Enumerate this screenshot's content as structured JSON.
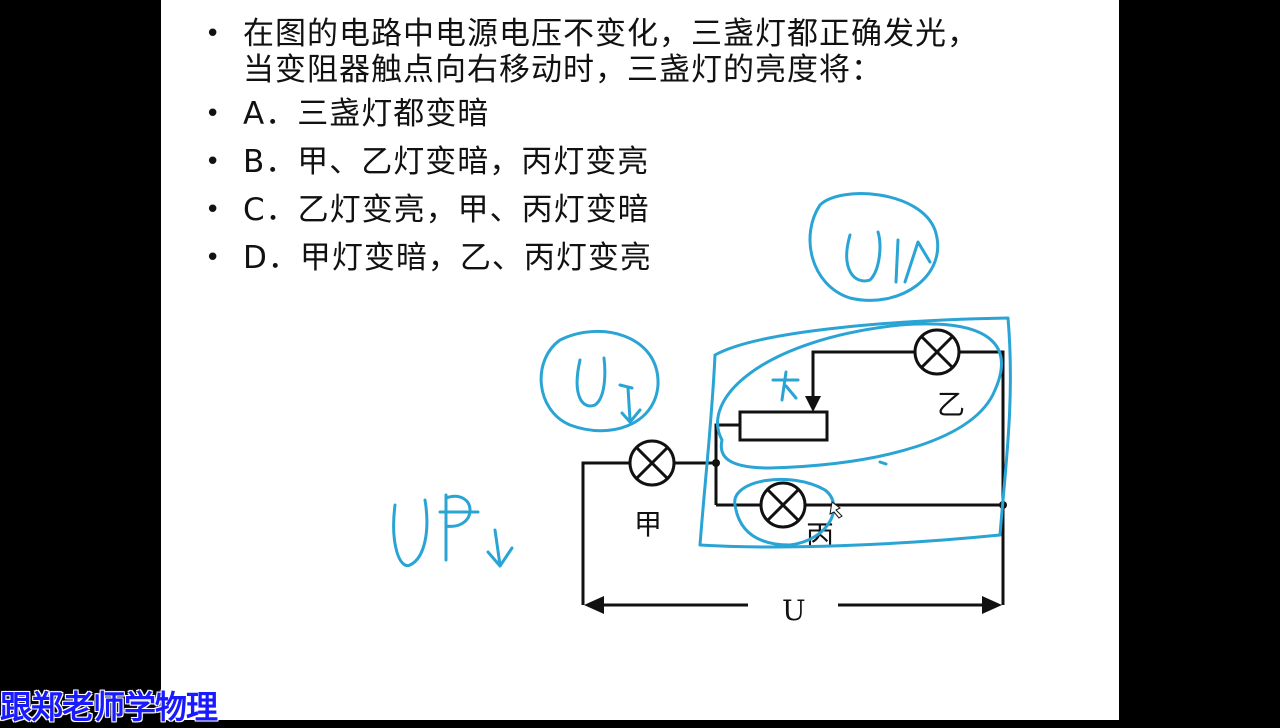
{
  "question": {
    "line1": "在图的电路中电源电压不变化，三盏灯都正确发光，",
    "line2": "当变阻器触点向右移动时，三盏灯的亮度将："
  },
  "options": [
    {
      "label": "A．三盏灯都变暗"
    },
    {
      "label": "B．甲、乙灯变暗，丙灯变亮"
    },
    {
      "label": "C．乙灯变亮，甲、丙灯变暗"
    },
    {
      "label": "D．甲灯变暗，乙、丙灯变亮"
    }
  ],
  "circuit": {
    "lamp_jia": "甲",
    "lamp_yi": "乙",
    "lamp_bing": "丙",
    "voltage": "U"
  },
  "annotations": {
    "color": "#2aa4d4"
  },
  "watermark": "跟郑老师学物理"
}
